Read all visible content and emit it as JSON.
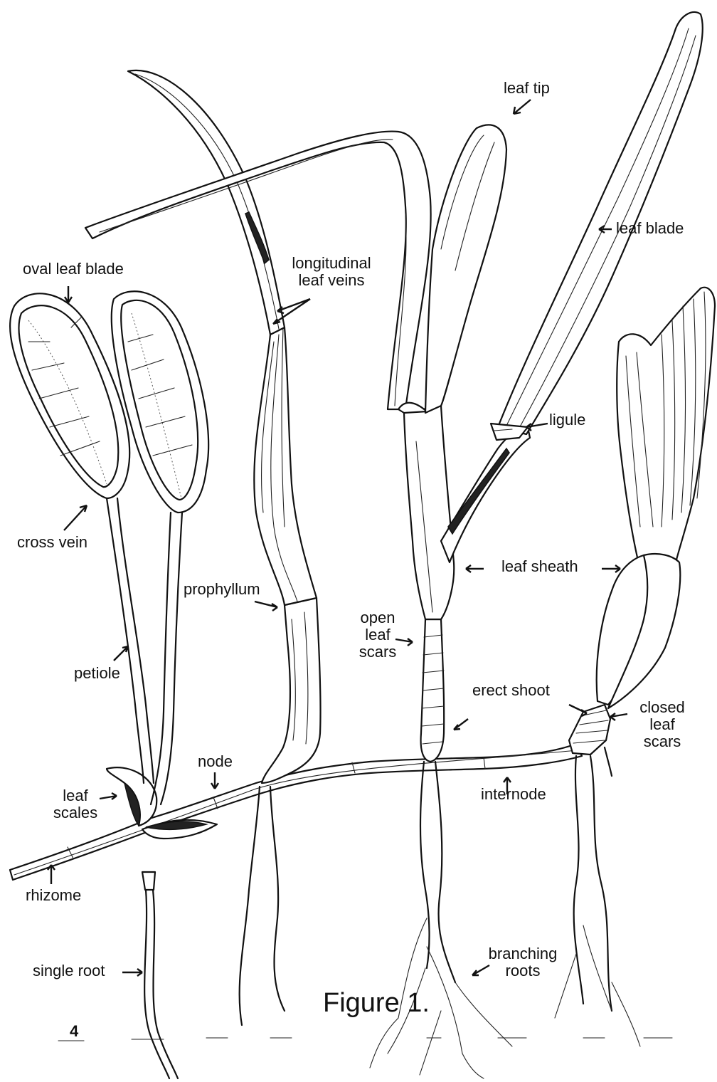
{
  "labels": {
    "leaf_tip": "leaf tip",
    "leaf_blade": "leaf blade",
    "oval_leaf_blade": "oval leaf blade",
    "longitudinal_leaf_veins": [
      "longitudinal",
      "leaf veins"
    ],
    "ligule": "ligule",
    "cross_vein": "cross vein",
    "leaf_sheath": "leaf sheath",
    "prophyllum": "prophyllum",
    "open_leaf_scars": [
      "open",
      "leaf",
      "scars"
    ],
    "petiole": "petiole",
    "erect_shoot": "erect shoot",
    "closed_leaf_scars": [
      "closed",
      "leaf",
      "scars"
    ],
    "node": "node",
    "leaf_scales": [
      "leaf",
      "scales"
    ],
    "internode": "internode",
    "rhizome": "rhizome",
    "single_root": "single root",
    "branching_roots": [
      "branching",
      "roots"
    ]
  },
  "figure_title": "Figure 1.",
  "page_number": "4"
}
